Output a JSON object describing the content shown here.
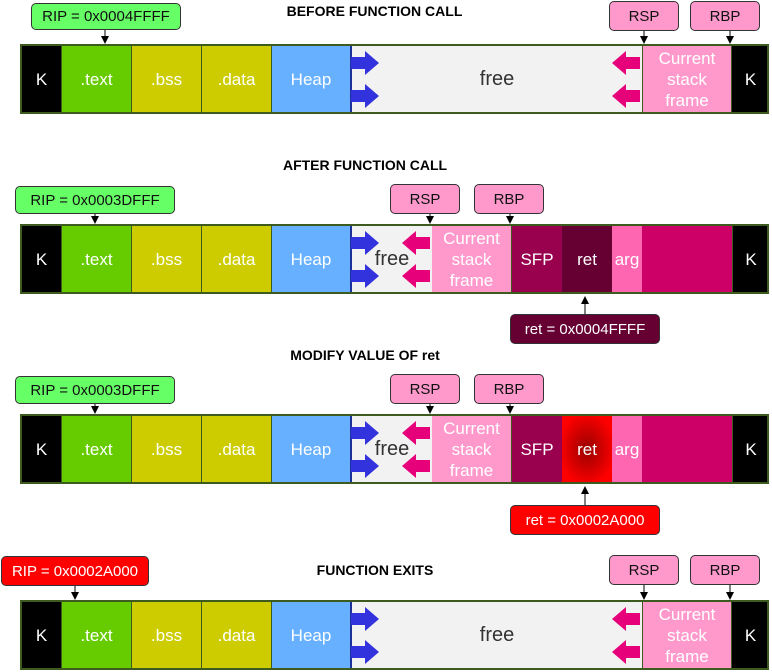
{
  "colors": {
    "kernel": "#000000",
    "text": "#66cc00",
    "bss": "#cccc00",
    "data": "#cccc00",
    "heap": "#66b0ff",
    "free": "#f2f2f2",
    "stack_frame": "#ff99cc",
    "sfp": "#99004d",
    "ret": "#660033",
    "arg": "#ff66b2",
    "arrow_blue": "#3333dd",
    "arrow_pink": "#e6007a",
    "rip_label": "#66ff66",
    "rip_label_modified": "#ff0000"
  },
  "icons": [
    "arrow-right-icon",
    "arrow-left-icon"
  ],
  "segments": {
    "k": "K",
    "text": ".text",
    "bss": ".bss",
    "data": ".data",
    "heap": "Heap",
    "free": "free",
    "stack": "Current\nstack\nframe",
    "sfp": "SFP",
    "ret": "ret",
    "arg": "arg"
  },
  "pointers": {
    "rsp": "RSP",
    "rbp": "RBP"
  },
  "panels": [
    {
      "title": "BEFORE FUNCTION CALL",
      "rip": "RIP = 0x0004FFFF"
    },
    {
      "title": "AFTER FUNCTION CALL",
      "rip": "RIP = 0x0003DFFF",
      "ret_label": "ret = 0x0004FFFF"
    },
    {
      "title": "MODIFY VALUE OF ret",
      "rip": "RIP = 0x0003DFFF",
      "ret_label": "ret = 0x0002A000"
    },
    {
      "title": "FUNCTION EXITS",
      "rip": "RIP = 0x0002A000"
    }
  ]
}
